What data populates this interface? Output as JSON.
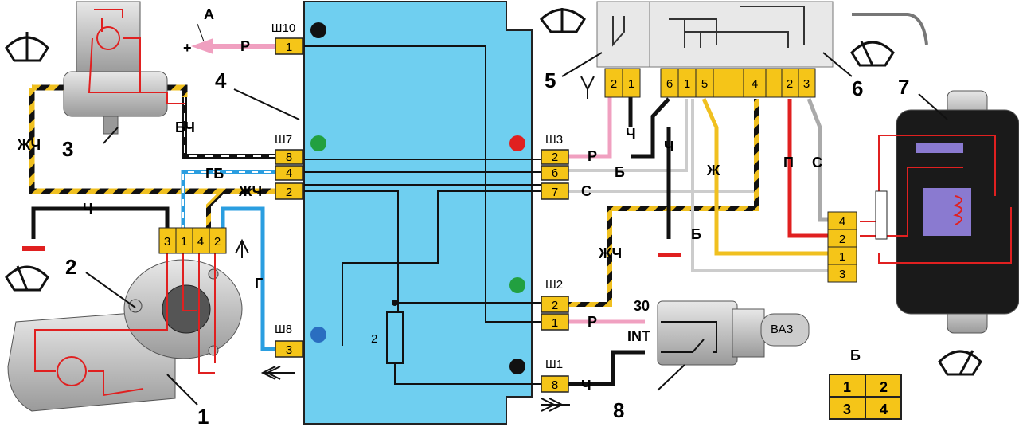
{
  "callouts": [
    "1",
    "2",
    "3",
    "4",
    "5",
    "6",
    "7",
    "8"
  ],
  "detail_a": "А",
  "detail_b": "Б",
  "plus_sign": "+",
  "plugs": {
    "sh10": "Ш10",
    "sh7": "Ш7",
    "sh8": "Ш8",
    "sh3": "Ш3",
    "sh2": "Ш2",
    "sh1": "Ш1"
  },
  "fuse_label": "2",
  "wire_labels": {
    "p_top": "Р",
    "bch": "БЧ",
    "zhch_left": "ЖЧ",
    "gb": "ГБ",
    "zhch_mid": "ЖЧ",
    "ch_left": "Ч",
    "g": "Г",
    "p_sh3": "Р",
    "b_sh3": "Б",
    "s_sh3": "С",
    "zhch_right": "ЖЧ",
    "p_sh1": "Р",
    "ch_sh1": "Ч",
    "ch_sw1": "Ч",
    "ch_sw2": "Ч",
    "zh": "Ж",
    "p_red": "П",
    "s_grey": "С",
    "b_low": "Б"
  },
  "motor_connector_pins": [
    "3",
    "1",
    "4",
    "2"
  ],
  "block_pins": {
    "sh10": [
      "1"
    ],
    "sh7": [
      "8",
      "4",
      "2"
    ],
    "sh8": [
      "3"
    ],
    "sh3": [
      "2",
      "6",
      "7"
    ],
    "sh2": [
      "2",
      "1"
    ],
    "sh1": [
      "8"
    ]
  },
  "switch_pins": [
    "2",
    "1",
    "6",
    "1",
    "5",
    "4",
    "2",
    "3"
  ],
  "relay_pins": [
    "4",
    "2",
    "1",
    "3"
  ],
  "ignition_labels": {
    "t30": "30",
    "int": "INT",
    "key": "ВАЗ"
  },
  "detail_b_pins": [
    "1",
    "2",
    "3",
    "4"
  ],
  "colors": {
    "block": "#6fcff0",
    "pin": "#f5c518",
    "red": "#e02020",
    "yellow": "#f0c020",
    "blue": "#2a9ee0",
    "pink": "#f0a0c0",
    "grey": "#b0b0b0",
    "relay": "#1a1a1a"
  }
}
